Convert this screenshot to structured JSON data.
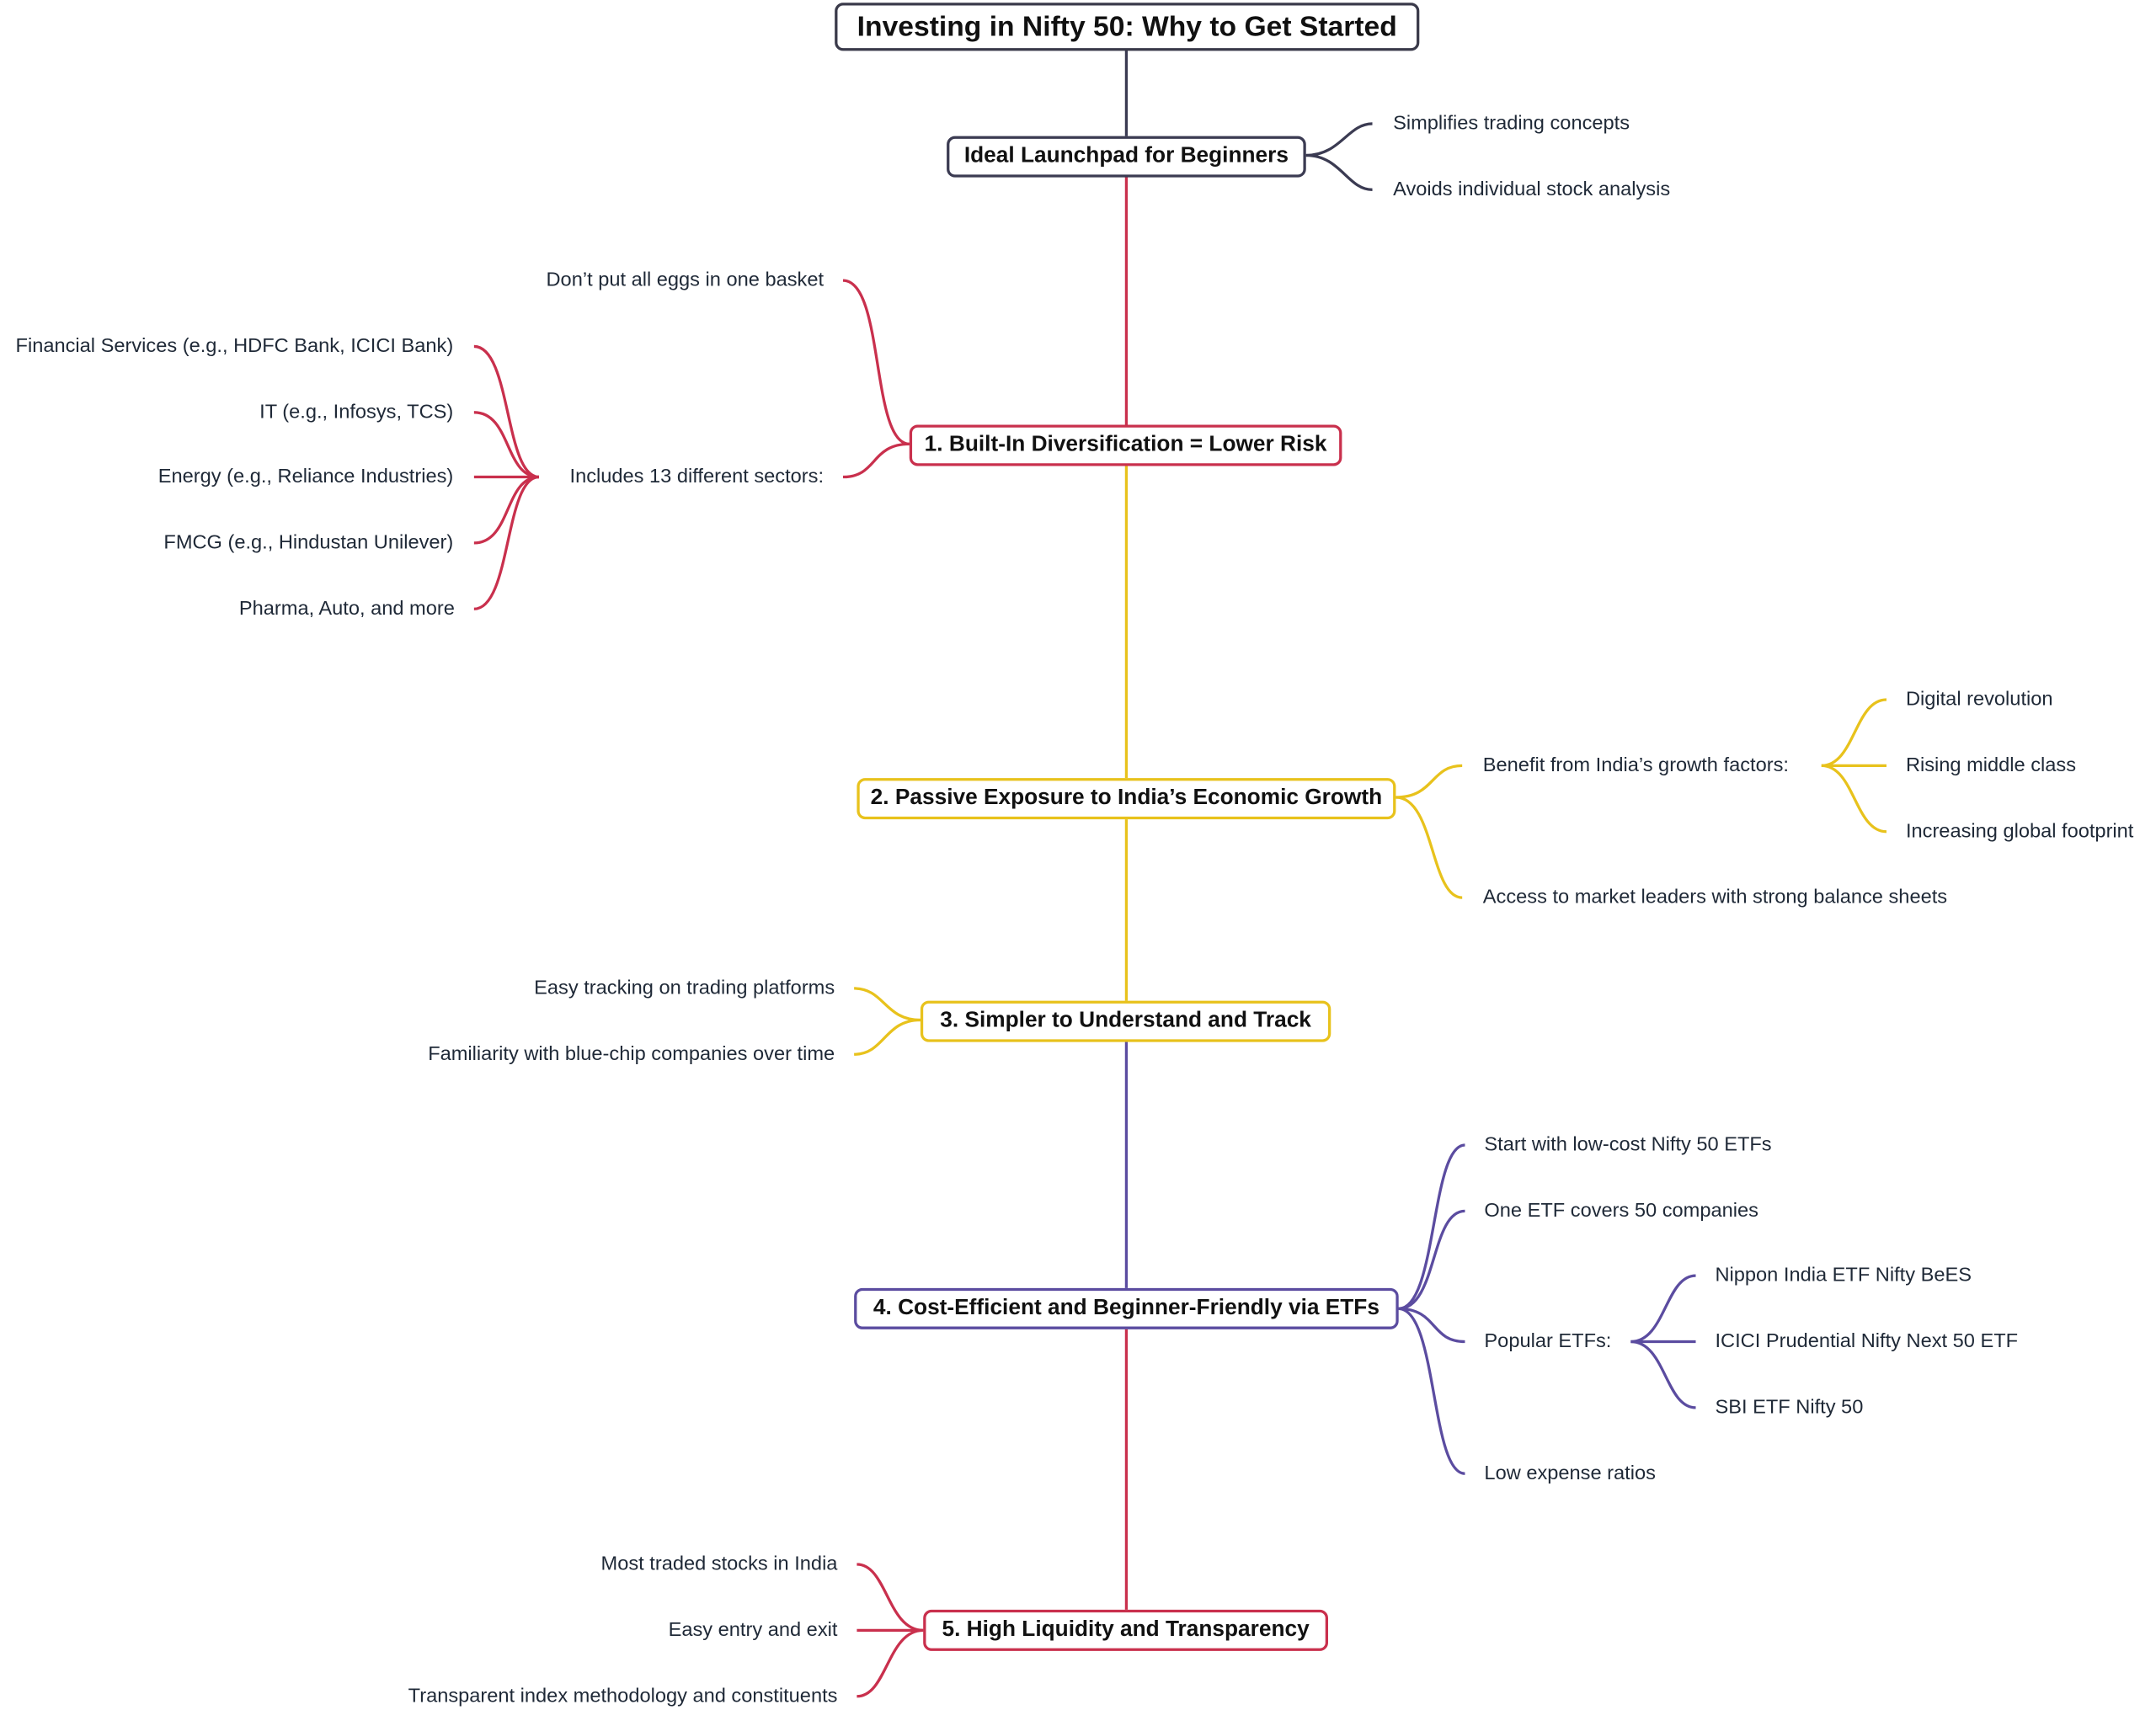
{
  "title": "Investing in Nifty 50: Why to Get Started",
  "colors": {
    "dark": "#3b3b52",
    "red": "#c9304d",
    "yellow": "#e8c21c",
    "purple": "#5b4ca0"
  },
  "branches": [
    {
      "label": "Ideal Launchpad for Beginners",
      "children": [
        "Simplifies trading concepts",
        "Avoids individual stock analysis"
      ]
    },
    {
      "label": "1. Built-In Diversification = Lower Risk",
      "children": [
        "Don’t put all eggs in one basket",
        "Includes 13 different sectors:"
      ],
      "sectors": [
        "Financial Services (e.g., HDFC Bank, ICICI Bank)",
        "IT (e.g., Infosys, TCS)",
        "Energy (e.g., Reliance Industries)",
        "FMCG (e.g., Hindustan Unilever)",
        "Pharma, Auto, and more"
      ]
    },
    {
      "label": "2. Passive Exposure to India’s Economic Growth",
      "children": [
        "Benefit from India’s growth factors:",
        "Access to market leaders with strong balance sheets"
      ],
      "factors": [
        "Digital revolution",
        "Rising middle class",
        "Increasing global footprint"
      ]
    },
    {
      "label": "3. Simpler to Understand and Track",
      "children": [
        "Easy tracking on trading platforms",
        "Familiarity with blue-chip companies over time"
      ]
    },
    {
      "label": "4. Cost-Efficient and Beginner-Friendly via ETFs",
      "children": [
        "Start with low-cost Nifty 50 ETFs",
        "One ETF covers 50 companies",
        "Popular ETFs:",
        "Low expense ratios"
      ],
      "etfs": [
        "Nippon India ETF Nifty BeES",
        "ICICI Prudential Nifty Next 50 ETF",
        "SBI ETF Nifty 50"
      ]
    },
    {
      "label": "5. High Liquidity and Transparency",
      "children": [
        "Most traded stocks in India",
        "Easy entry and exit",
        "Transparent index methodology and constituents"
      ]
    }
  ]
}
